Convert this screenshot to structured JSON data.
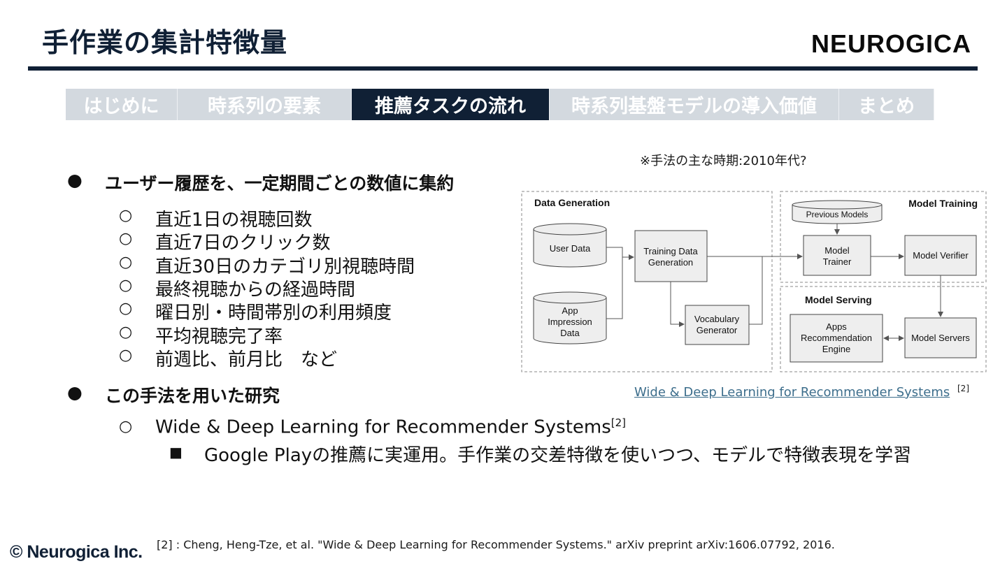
{
  "slide": {
    "title": "手作業の集計特徴量",
    "logo": "NEUROGICA",
    "copyright": "© Neurogica Inc.",
    "footnote": "[2] : Cheng, Heng-Tze, et al. \"Wide & Deep Learning for Recommender Systems.\" arXiv preprint arXiv:1606.07792, 2016."
  },
  "tabs": [
    {
      "label": "はじめに",
      "active": false
    },
    {
      "label": "時系列の要素",
      "active": false
    },
    {
      "label": "推薦タスクの流れ",
      "active": true
    },
    {
      "label": "時系列基盤モデルの導入価値",
      "active": false
    },
    {
      "label": "まとめ",
      "active": false
    }
  ],
  "content": {
    "bullet1": "ユーザー履歴を、一定期間ごとの数値に集約",
    "sub_items": [
      "直近1日の視聴回数",
      "直近7日のクリック数",
      "直近30日のカテゴリ別視聴時間",
      "最終視聴からの経過時間",
      "曜日別・時間帯別の利用頻度",
      "平均視聴完了率",
      "前週比、前月比　など"
    ],
    "bullet2": "この手法を用いた研究",
    "research": {
      "title": "Wide & Deep Learning for Recommender Systems",
      "ref": "[2]",
      "detail": "Google Playの推薦に実運用。手作業の交差特徴を使いつつ、モデルで特徴表現を学習"
    },
    "bullet_glyph": "●",
    "sub_glyph": "○",
    "subsub_glyph": "■"
  },
  "figure": {
    "note": "※手法の主な時期:2010年代?",
    "caption_link": "Wide & Deep Learning for Recommender Systems",
    "caption_ref": "[2]",
    "groups": {
      "data_generation": "Data Generation",
      "model_training": "Model Training",
      "model_serving": "Model Serving"
    },
    "nodes": {
      "user_data": "User Data",
      "app_impression_1": "App",
      "app_impression_2": "Impression",
      "app_impression_3": "Data",
      "training_data_1": "Training Data",
      "training_data_2": "Generation",
      "vocab_1": "Vocabulary",
      "vocab_2": "Generator",
      "previous_models": "Previous Models",
      "model_trainer_1": "Model",
      "model_trainer_2": "Trainer",
      "model_verifier": "Model Verifier",
      "apps_engine_1": "Apps",
      "apps_engine_2": "Recommendation",
      "apps_engine_3": "Engine",
      "model_servers": "Model Servers"
    }
  },
  "colors": {
    "navy": "#102035",
    "tab_inactive": "#d3d9df",
    "link": "#3d6e8c"
  }
}
